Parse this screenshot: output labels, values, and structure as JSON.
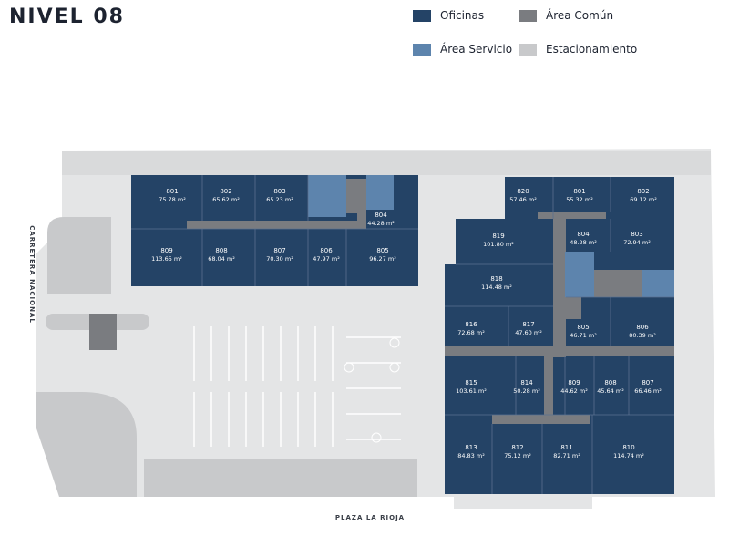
{
  "level": {
    "title": "NIVEL 08"
  },
  "legend": [
    {
      "key": "oficinas",
      "label": "Oficinas",
      "color": "#244366"
    },
    {
      "key": "area_comun",
      "label": "Área Común",
      "color": "#7a7c80"
    },
    {
      "key": "area_servicio",
      "label": "Área Servicio",
      "color": "#5d84ad"
    },
    {
      "key": "estacionamiento",
      "label": "Estacionamiento",
      "color": "#c8c9cb"
    }
  ],
  "streets": {
    "left": "CARRETERA NACIONAL",
    "bottom": "PLAZA LA RIOJA"
  },
  "units": [
    {
      "number": "801",
      "area": "75.78 m²"
    },
    {
      "number": "802",
      "area": "65.62 m²"
    },
    {
      "number": "803",
      "area": "65.23 m²"
    },
    {
      "number": "804",
      "area": "44.28 m²"
    },
    {
      "number": "809",
      "area": "113.65 m²"
    },
    {
      "number": "808",
      "area": "68.04 m²"
    },
    {
      "number": "807",
      "area": "70.30 m²"
    },
    {
      "number": "806",
      "area": "47.97 m²"
    },
    {
      "number": "805",
      "area": "96.27 m²"
    },
    {
      "number": "820",
      "area": "57.46 m²"
    },
    {
      "number": "801",
      "area": "55.32 m²"
    },
    {
      "number": "802",
      "area": "69.12 m²"
    },
    {
      "number": "819",
      "area": "101.80 m²"
    },
    {
      "number": "804",
      "area": "48.28 m²"
    },
    {
      "number": "803",
      "area": "72.94 m²"
    },
    {
      "number": "818",
      "area": "114.48 m²"
    },
    {
      "number": "816",
      "area": "72.68 m²"
    },
    {
      "number": "817",
      "area": "47.60 m²"
    },
    {
      "number": "805",
      "area": "46.71 m²"
    },
    {
      "number": "806",
      "area": "80.39 m²"
    },
    {
      "number": "815",
      "area": "103.61 m²"
    },
    {
      "number": "814",
      "area": "50.28 m²"
    },
    {
      "number": "809",
      "area": "44.62 m²"
    },
    {
      "number": "808",
      "area": "45.64 m²"
    },
    {
      "number": "807",
      "area": "66.46 m²"
    },
    {
      "number": "813",
      "area": "84.83 m²"
    },
    {
      "number": "812",
      "area": "75.12 m²"
    },
    {
      "number": "811",
      "area": "82.71 m²"
    },
    {
      "number": "810",
      "area": "114.74 m²"
    }
  ]
}
